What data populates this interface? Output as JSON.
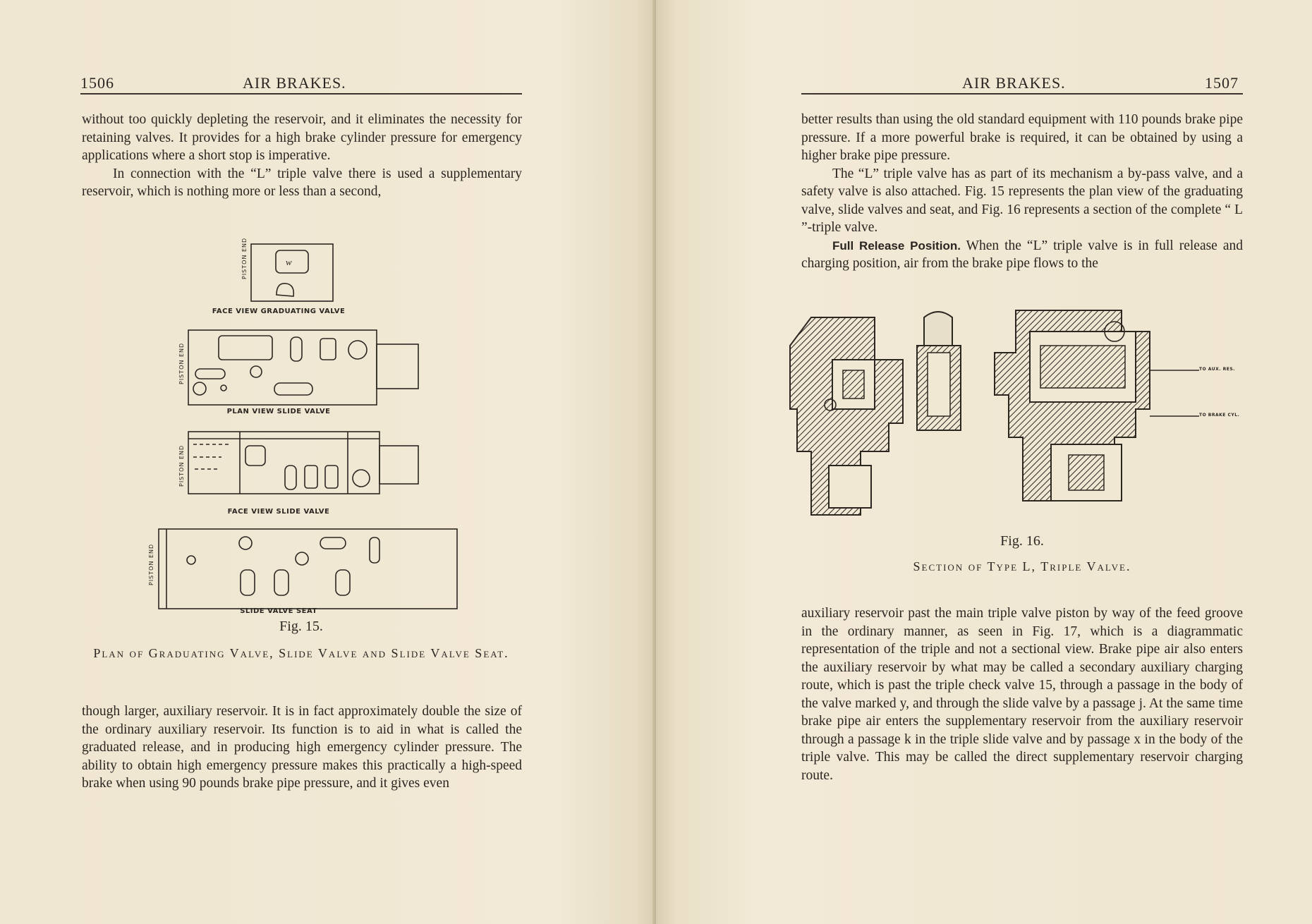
{
  "left_page": {
    "page_number": "1506",
    "running_head": "AIR BRAKES.",
    "para1": "without too quickly depleting the reservoir, and it eliminates the necessity for retaining valves. It provides for a high brake cylinder pressure for emergency applications where a short stop is imperative.",
    "para2": "In connection with the “L” triple valve there is used a supplementary reservoir, which is nothing more or less than a second,",
    "figure": {
      "label_graduating": "FACE VIEW GRADUATING VALVE",
      "label_plan": "PLAN VIEW SLIDE VALVE",
      "label_face": "FACE VIEW SLIDE VALVE",
      "label_seat": "SLIDE VALVE SEAT",
      "piston_end": "PISTON END",
      "fig_number": "Fig. 15.",
      "fig_title": "Plan of Graduating Valve, Slide Valve and Slide Valve Seat."
    },
    "para3": "though larger, auxiliary reservoir. It is in fact approximately double the size of the ordinary auxiliary reservoir. Its function is to aid in what is called the graduated release, and in producing high emergency cylinder pressure. The ability to obtain high emergency pressure makes this practically a high-speed brake when using 90 pounds brake pipe pressure, and it gives even"
  },
  "right_page": {
    "page_number": "1507",
    "running_head": "AIR BRAKES.",
    "para1": "better results than using the old standard equipment with 110 pounds brake pipe pressure. If a more powerful brake is required, it can be obtained by using a higher brake pipe pressure.",
    "para2": "The “L” triple valve has as part of its mechanism a by-pass valve, and a safety valve is also attached. Fig. 15 represents the plan view of the graduating valve, slide valves and seat, and Fig. 16 represents a section of the complete “ L ”-triple valve.",
    "para3_bold": "Full Release Position.",
    "para3": " When the “L” triple valve is in full release and charging position, air from the brake pipe flows to the",
    "figure": {
      "label_aux": "TO AUX. RES.",
      "label_brake": "TO BRAKE CYL.",
      "fig_number": "Fig. 16.",
      "fig_title": "Section of Type L, Triple Valve."
    },
    "para4": "auxiliary reservoir past the main triple valve piston by way of the feed groove in the ordinary manner, as seen in Fig. 17, which is a diagrammatic representation of the triple and not a sectional view. Brake pipe air also enters the auxiliary reservoir by what may be called a secondary auxiliary charging route, which is past the triple check valve 15, through a passage in the body of the valve marked y, and through the slide valve by a passage j. At the same time brake pipe air enters the supplementary reservoir from the auxiliary reservoir through a passage k in the triple slide valve and by passage x in the body of the triple valve. This may be called the direct supplementary reservoir charging route."
  },
  "colors": {
    "paper": "#f1e8d4",
    "ink": "#2a2520",
    "gutter": "#b9ad90"
  }
}
